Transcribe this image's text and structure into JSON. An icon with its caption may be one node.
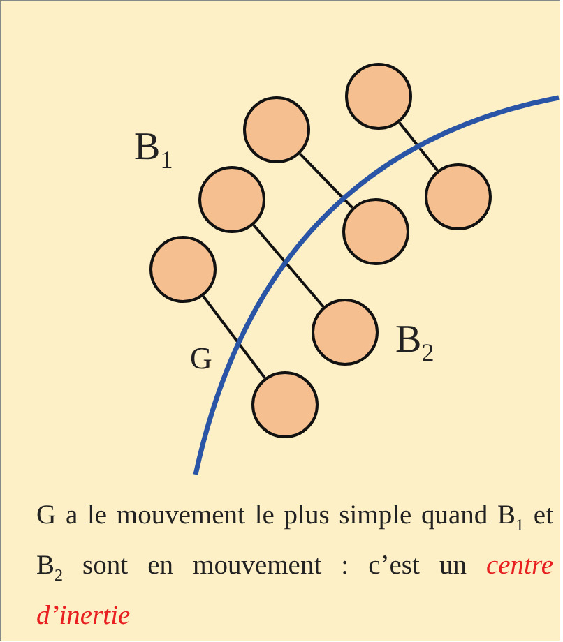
{
  "diagram": {
    "caption": "G a le mouvement le plus simple quand B$_{1}$ et B$_{2}$ sont en mouvement : c’est un *centre d’inertie*",
    "nodes": [
      {
        "text": [],
        "shape": "circle"
      },
      {
        "text": [],
        "shape": "circle"
      },
      {
        "text": [],
        "shape": "circle"
      },
      {
        "text": [],
        "shape": "circle"
      },
      {
        "text": [],
        "shape": "circle"
      },
      {
        "text": [],
        "shape": "circle"
      },
      {
        "text": [],
        "shape": "circle"
      },
      {
        "text": [],
        "shape": "circle"
      }
    ],
    "edges": [
      {
        "from": 0,
        "to": 2,
        "arrow": "none"
      },
      {
        "from": 1,
        "to": 4,
        "arrow": "none"
      },
      {
        "from": 3,
        "to": 6,
        "arrow": "none"
      },
      {
        "from": 5,
        "to": 7,
        "arrow": "none"
      }
    ],
    "labels": [
      "B$_{1}$",
      "B$_{2}$",
      "G"
    ]
  }
}
